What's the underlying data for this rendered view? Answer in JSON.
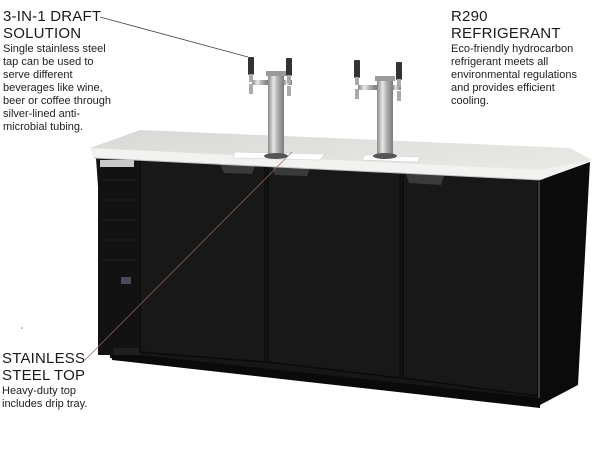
{
  "callouts": {
    "draft": {
      "title": "3-IN-1 DRAFT\nSOLUTION",
      "description": "Single stainless steel\ntap can be used to\nserve different\nbeverages like wine,\nbeer or coffee through\nsilver-lined anti-\nmicrobial tubing."
    },
    "refrigerant": {
      "title": "R290 REFRIGERANT",
      "description": "Eco-friendly hydrocarbon\nrefrigerant  meets all\nenvironmental regulations\nand provides efficient\ncooling."
    },
    "top": {
      "title": "STAINLESS\nSTEEL TOP",
      "description": "Heavy-duty top\nincludes drip tray."
    }
  },
  "product": {
    "name": "3-door direct draw beer dispenser",
    "doors": 3,
    "tap_towers": 2,
    "taps_per_tower": 2,
    "colors": {
      "cabinet": "#151515",
      "top": "#e4e4e2",
      "chrome": "#b8b8b8",
      "handle": "#3a3a3a"
    }
  }
}
